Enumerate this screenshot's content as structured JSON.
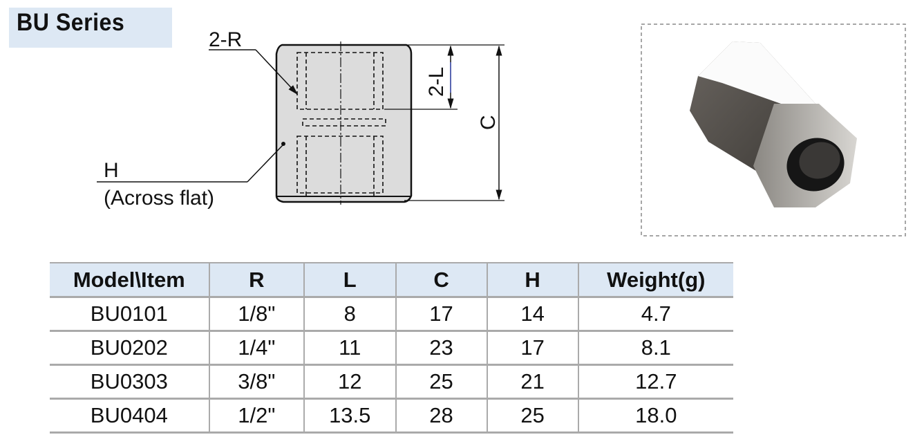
{
  "title": "BU Series",
  "drawing": {
    "label_r": "2-R",
    "label_l": "2-L",
    "label_c": "C",
    "label_h": "H",
    "label_h_note": "(Across flat)"
  },
  "photo": {
    "description_icon": "hex-coupling-photo"
  },
  "table": {
    "headers": [
      "Model\\Item",
      "R",
      "L",
      "C",
      "H",
      "Weight(g)"
    ],
    "rows": [
      [
        "BU0101",
        "1/8\"",
        "8",
        "17",
        "14",
        "4.7"
      ],
      [
        "BU0202",
        "1/4\"",
        "11",
        "23",
        "17",
        "8.1"
      ],
      [
        "BU0303",
        "3/8\"",
        "12",
        "25",
        "21",
        "12.7"
      ],
      [
        "BU0404",
        "1/2\"",
        "13.5",
        "28",
        "25",
        "18.0"
      ]
    ]
  }
}
